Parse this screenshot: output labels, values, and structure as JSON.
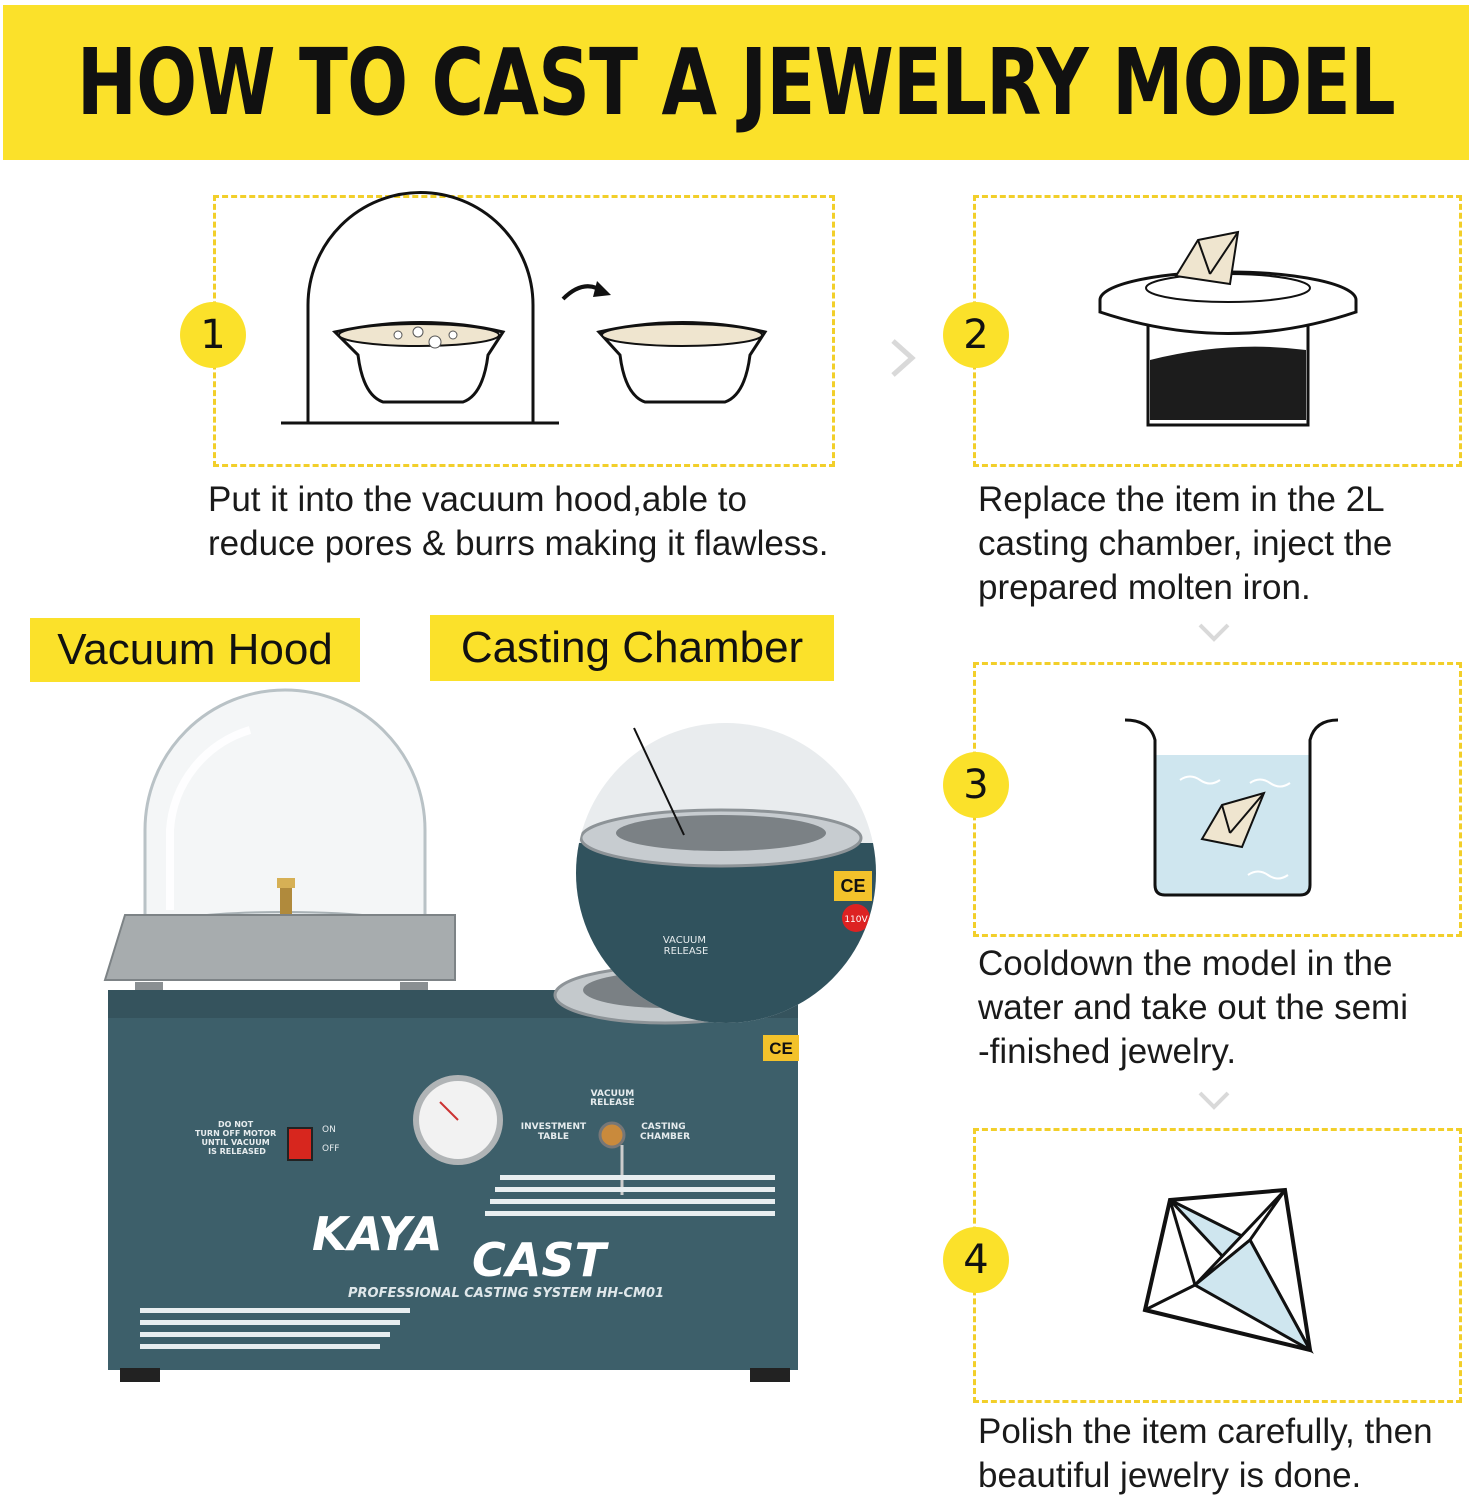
{
  "title": "HOW TO CAST A JEWELRY MODEL",
  "steps": [
    {
      "number": "1",
      "caption_lines": [
        "Put it into the vacuum hood,able to",
        "reduce pores & burrs making it flawless."
      ]
    },
    {
      "number": "2",
      "caption_lines": [
        "Replace the item in the 2L",
        "casting chamber, inject the",
        "prepared molten iron."
      ]
    },
    {
      "number": "3",
      "caption_lines": [
        "Cooldown the model in the",
        "water and take out the semi",
        "-finished jewelry."
      ]
    },
    {
      "number": "4",
      "caption_lines": [
        "Polish the item carefully, then",
        "beautiful jewelry is done."
      ]
    }
  ],
  "labels": {
    "vacuum_hood": "Vacuum Hood",
    "casting_chamber": "Casting Chamber"
  },
  "machine": {
    "brand_line1": "KAYA",
    "brand_line2": "CAST",
    "subtitle": "PROFESSIONAL CASTING SYSTEM HH-CM01",
    "warning": [
      "DO NOT",
      "TURN OFF MOTOR",
      "UNTIL VACUUM",
      "IS RELEASED"
    ],
    "switch_on": "ON",
    "switch_off": "OFF",
    "vacuum_release": [
      "VACUUM",
      "RELEASE"
    ],
    "investment_table": [
      "INVESTMENT",
      "TABLE"
    ],
    "casting_chamber_label": [
      "CASTING",
      "CHAMBER"
    ],
    "ce_mark": "CE",
    "voltage": "110V",
    "zoom_text": [
      "VACUUM",
      "RELEASE"
    ]
  },
  "colors": {
    "accent": "#fbe12a",
    "dash": "#f2cf2a",
    "machine": "#3d5f6a",
    "water": "#cfe6ef"
  }
}
